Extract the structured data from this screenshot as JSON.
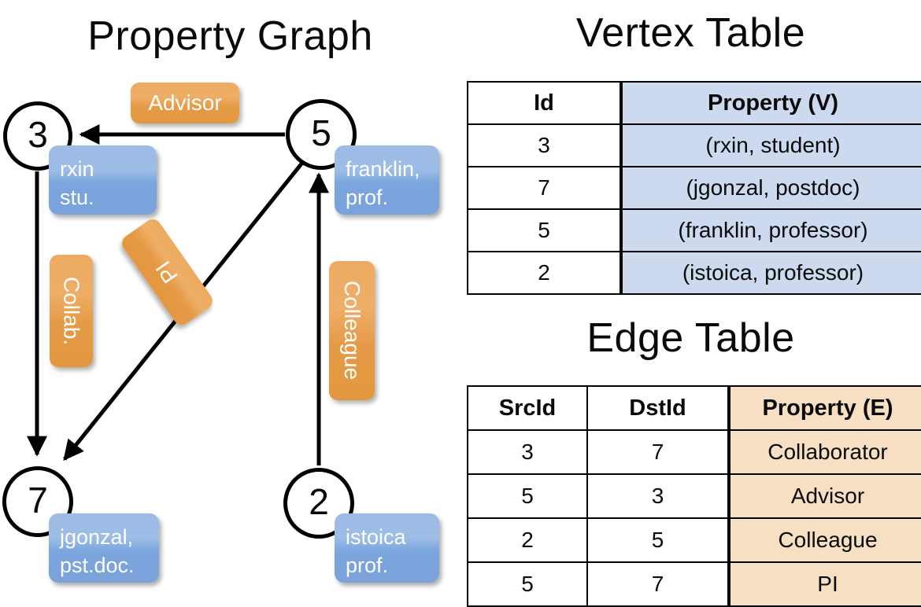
{
  "titles": {
    "property_graph": "Property Graph",
    "vertex_table": "Vertex Table",
    "edge_table": "Edge Table"
  },
  "graph": {
    "nodes": [
      {
        "id": "3",
        "property_lines": [
          "rxin",
          "stu."
        ]
      },
      {
        "id": "5",
        "property_lines": [
          "franklin,",
          "prof."
        ]
      },
      {
        "id": "7",
        "property_lines": [
          "jgonzal,",
          "pst.doc."
        ]
      },
      {
        "id": "2",
        "property_lines": [
          "istoica",
          "prof."
        ]
      }
    ],
    "edge_labels": [
      {
        "name": "advisor",
        "text": "Advisor",
        "from": "5",
        "to": "3"
      },
      {
        "name": "collab",
        "text": "Collab.",
        "from": "3",
        "to": "7"
      },
      {
        "name": "pi",
        "text": "PI",
        "from": "5",
        "to": "7"
      },
      {
        "name": "colleague",
        "text": "Colleague",
        "from": "2",
        "to": "5"
      }
    ]
  },
  "vertex_table": {
    "headers": [
      "Id",
      "Property (V)"
    ],
    "rows": [
      {
        "id": "3",
        "property": "(rxin, student)"
      },
      {
        "id": "7",
        "property": "(jgonzal, postdoc)"
      },
      {
        "id": "5",
        "property": "(franklin, professor)"
      },
      {
        "id": "2",
        "property": "(istoica, professor)"
      }
    ]
  },
  "edge_table": {
    "headers": [
      "SrcId",
      "DstId",
      "Property (E)"
    ],
    "rows": [
      {
        "src": "3",
        "dst": "7",
        "property": "Collaborator"
      },
      {
        "src": "5",
        "dst": "3",
        "property": "Advisor"
      },
      {
        "src": "2",
        "dst": "5",
        "property": "Colleague"
      },
      {
        "src": "5",
        "dst": "7",
        "property": "PI"
      }
    ]
  },
  "colors": {
    "vertex_property_fill": "#ccd9ee",
    "edge_property_fill": "#f7dfc4",
    "node_property_box": "#7ba5dd",
    "edge_label_box": "#e9a257",
    "stroke": "#000000",
    "background": "#ffffff"
  }
}
